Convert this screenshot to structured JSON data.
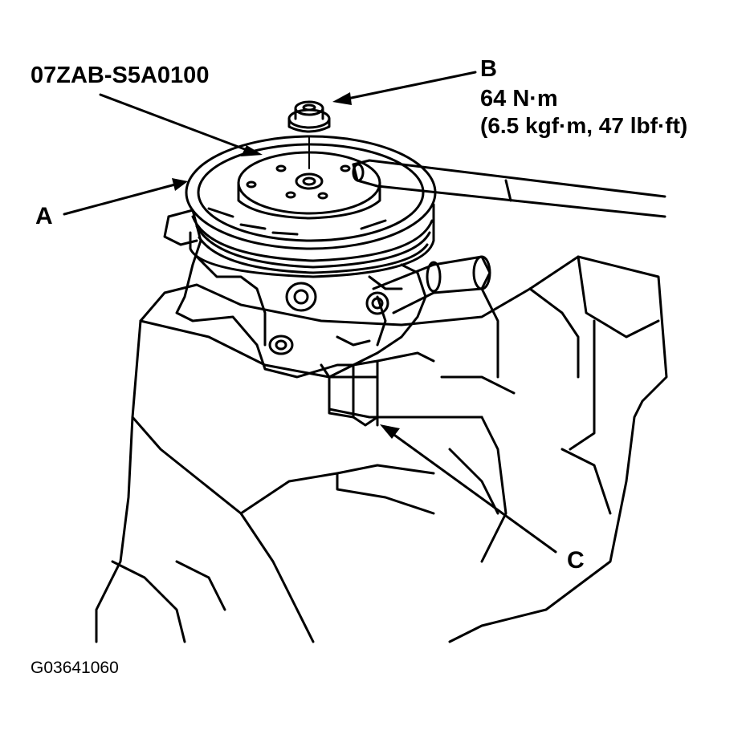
{
  "labels": {
    "tool": "07ZAB-S5A0100",
    "b": "B",
    "torque_main": "64 N·m",
    "torque_alt": "(6.5 kgf·m, 47 lbf·ft)",
    "a": "A",
    "c": "C",
    "figure_code": "G03641060"
  }
}
